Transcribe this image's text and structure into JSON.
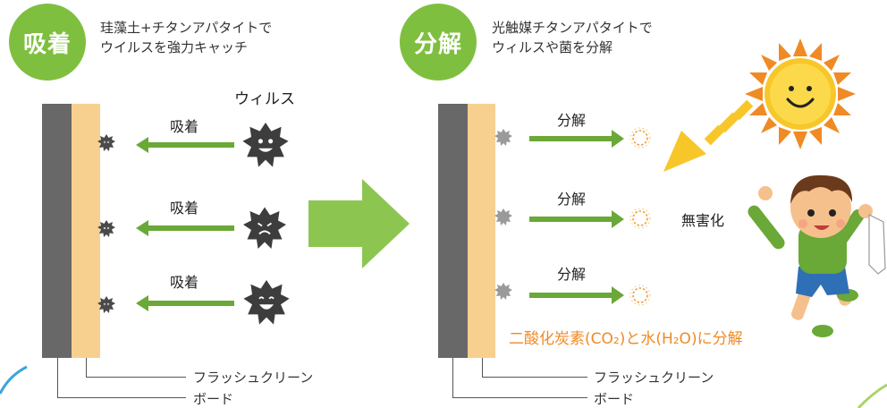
{
  "left_panel": {
    "badge": "吸着",
    "description_line1": "珪藻土+チタンアパタイトで",
    "description_line2": "ウイルスを強力キャッチ",
    "virus_label": "ウィルス",
    "arrow_labels": [
      "吸着",
      "吸着",
      "吸着"
    ],
    "legend_flush": "フラッシュクリーン",
    "legend_board": "ボード"
  },
  "right_panel": {
    "badge": "分解",
    "description_line1": "光触媒チタンアパタイトで",
    "description_line2": "ウィルスや菌を分解",
    "arrow_labels": [
      "分解",
      "分解",
      "分解"
    ],
    "harmless_label": "無害化",
    "decompose_note": "二酸化炭素(CO₂)と水(H₂O)に分解",
    "legend_flush": "フラッシュクリーン",
    "legend_board": "ボード"
  },
  "colors": {
    "badge_green": "#7fbf3f",
    "arrow_green": "#6aa837",
    "big_arrow_green": "#8cc651",
    "board_gray": "#686868",
    "flush_beige": "#f7d08f",
    "virus_dark": "#3d3d3d",
    "note_orange": "#f08a24",
    "sun_yellow": "#f7c72a",
    "sun_orange": "#f08a24",
    "accent_blue": "#3aa6dd"
  }
}
